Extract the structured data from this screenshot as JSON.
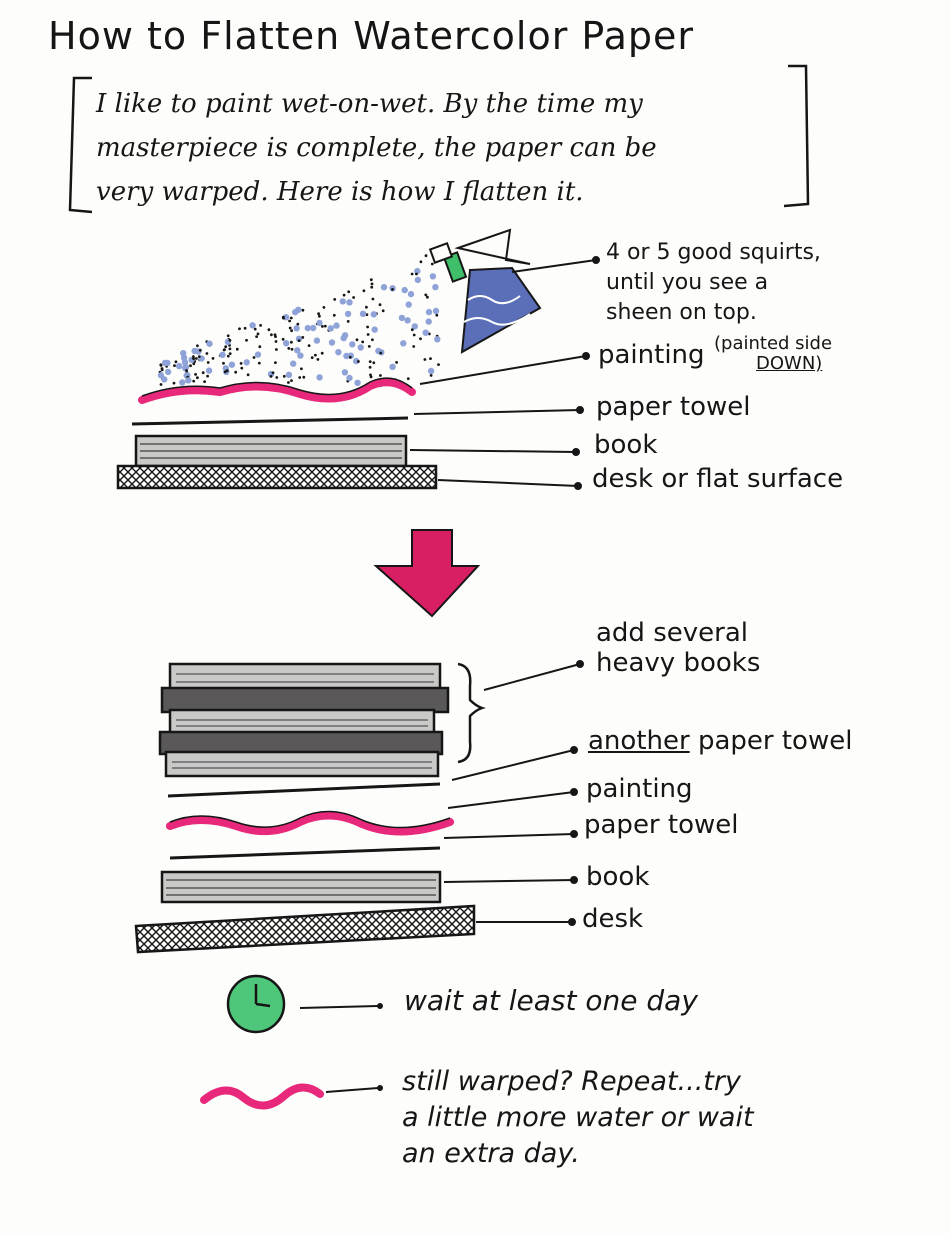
{
  "title": "How to Flatten Watercolor Paper",
  "intro": [
    "I like to paint wet-on-wet. By the time my",
    "masterpiece is complete, the paper can be",
    "very warped. Here is how I flatten it."
  ],
  "step1": {
    "squirts": [
      "4 or 5 good squirts,",
      "until you see a",
      "sheen on top."
    ],
    "painting": "painting",
    "painting_note": [
      "(painted side",
      "DOWN)"
    ],
    "paper_towel": "paper towel",
    "book": "book",
    "desk": "desk or flat surface"
  },
  "step2": {
    "heavy_books": [
      "add several",
      "heavy books"
    ],
    "another_prefix": "another",
    "another_rest": " paper towel",
    "painting": "painting",
    "paper_towel": "paper towel",
    "book": "book",
    "desk": "desk"
  },
  "wait": "wait at least one day",
  "repeat": [
    "still warped? Repeat...try",
    "a little more water or wait",
    "an extra day."
  ],
  "colors": {
    "magenta": "#e8287a",
    "arrow": "#d81f63",
    "mist": "#8fa3d8",
    "sprayer_blue": "#5a6fb8",
    "clock_green": "#4fc77a",
    "nozzle_green": "#3fbf6a",
    "ink": "#161616"
  }
}
